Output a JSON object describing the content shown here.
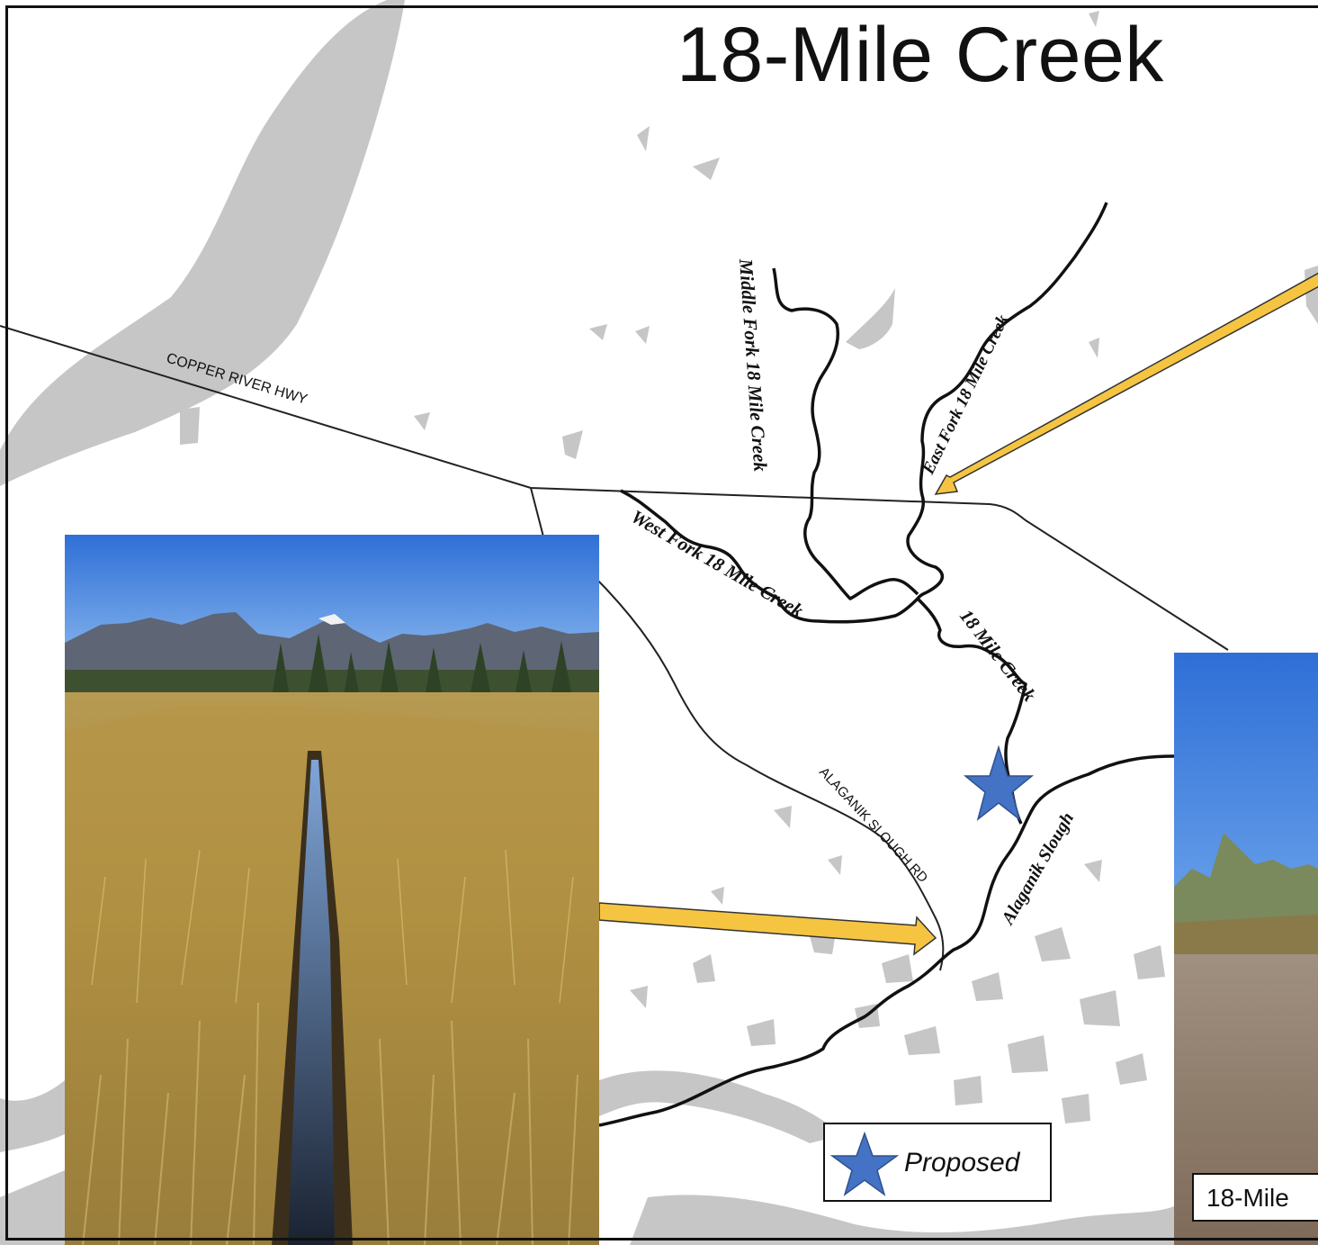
{
  "title": "18-Mile Creek",
  "map": {
    "roads": {
      "copper_river_hwy": "COPPER RIVER HWY",
      "alaganik_slough_rd": "ALAGANIK SLOUGH RD"
    },
    "streams": {
      "middle_fork": "Middle Fork 18 Mile Creek",
      "east_fork": "East Fork 18 Mile Creek",
      "west_fork": "West Fork 18 Mile Creek",
      "main_creek": "18 Mile Creek",
      "alaganik_slough": "Alaganik Slough"
    },
    "marker": {
      "icon": "star-icon",
      "color": "#4472c4"
    },
    "arrow_color": "#f5c542",
    "water_color": "#c8c8c8"
  },
  "legend": {
    "label": "Proposed",
    "icon": "star-icon"
  },
  "photos": {
    "left": {
      "subject": "grassy ditch with mountains"
    },
    "right": {
      "caption": "18-Mile"
    }
  }
}
